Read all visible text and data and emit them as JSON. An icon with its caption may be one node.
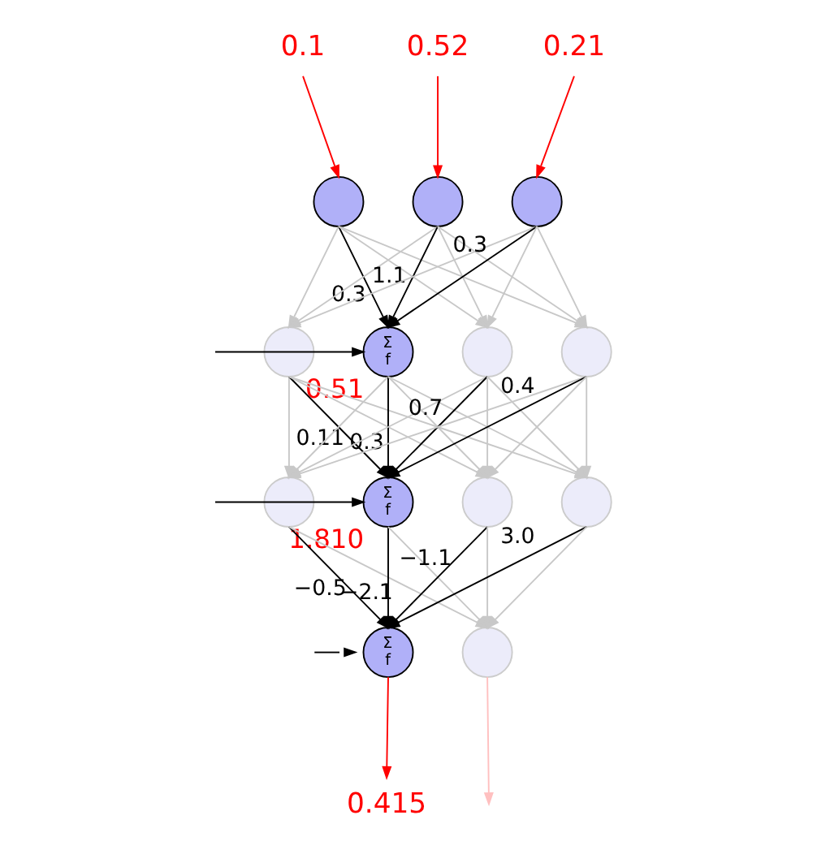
{
  "diagram": {
    "nodes": [
      {
        "text": [
          "0.1"
        ]
      },
      {
        "text": [
          "0.52"
        ]
      },
      {
        "text": [
          "0.21"
        ]
      },
      {
        "text": [],
        "shape": "circle"
      },
      {
        "text": [],
        "shape": "circle"
      },
      {
        "text": [],
        "shape": "circle"
      },
      {
        "text": [],
        "shape": "circle"
      },
      {
        "text": [
          "Σ",
          "f"
        ],
        "beside": [
          "0.51"
        ]
      },
      {
        "text": [],
        "shape": "circle"
      },
      {
        "text": [],
        "shape": "circle"
      },
      {
        "text": [],
        "shape": "circle"
      },
      {
        "text": [
          "Σ",
          "f"
        ],
        "beside": [
          "1.810"
        ]
      },
      {
        "text": [],
        "shape": "circle"
      },
      {
        "text": [],
        "shape": "circle"
      },
      {
        "text": [
          "Σ",
          "f"
        ]
      },
      {
        "text": [],
        "shape": "circle"
      },
      {
        "text": [
          "0.415"
        ]
      }
    ],
    "edges": [
      {
        "from": 0,
        "to": 3,
        "arrow": "to",
        "color": "#ff0000"
      },
      {
        "from": 1,
        "to": 4,
        "arrow": "to",
        "color": "#ff0000"
      },
      {
        "from": 2,
        "to": 5,
        "arrow": "to",
        "color": "#ff0000"
      },
      {
        "from": 3,
        "to": 6,
        "arrow": "to"
      },
      {
        "from": 3,
        "to": 7,
        "arrow": "to",
        "label": "0.3",
        "color": "#000000"
      },
      {
        "from": 3,
        "to": 8,
        "arrow": "to"
      },
      {
        "from": 3,
        "to": 9,
        "arrow": "to"
      },
      {
        "from": 4,
        "to": 6,
        "arrow": "to"
      },
      {
        "from": 4,
        "to": 7,
        "arrow": "to",
        "label": "1.1",
        "color": "#000000"
      },
      {
        "from": 4,
        "to": 8,
        "arrow": "to"
      },
      {
        "from": 4,
        "to": 9,
        "arrow": "to"
      },
      {
        "from": 5,
        "to": 6,
        "arrow": "to"
      },
      {
        "from": 5,
        "to": 7,
        "arrow": "to",
        "label": "0.3",
        "color": "#000000"
      },
      {
        "from": 5,
        "to": 8,
        "arrow": "to"
      },
      {
        "from": 5,
        "to": 9,
        "arrow": "to"
      },
      {
        "from": null,
        "to": 7,
        "arrow": "to",
        "color": "#000000"
      },
      {
        "from": 6,
        "to": 10,
        "arrow": "to"
      },
      {
        "from": 6,
        "to": 11,
        "arrow": "to",
        "label": "0.11",
        "color": "#000000"
      },
      {
        "from": 6,
        "to": 12,
        "arrow": "to"
      },
      {
        "from": 6,
        "to": 13,
        "arrow": "to"
      },
      {
        "from": 7,
        "to": 10,
        "arrow": "to"
      },
      {
        "from": 7,
        "to": 11,
        "arrow": "to",
        "label": "0.3",
        "color": "#000000"
      },
      {
        "from": 7,
        "to": 12,
        "arrow": "to"
      },
      {
        "from": 7,
        "to": 13,
        "arrow": "to"
      },
      {
        "from": 8,
        "to": 10,
        "arrow": "to"
      },
      {
        "from": 8,
        "to": 11,
        "arrow": "to",
        "label": "0.7",
        "color": "#000000"
      },
      {
        "from": 8,
        "to": 12,
        "arrow": "to"
      },
      {
        "from": 8,
        "to": 13,
        "arrow": "to"
      },
      {
        "from": 9,
        "to": 10,
        "arrow": "to"
      },
      {
        "from": 9,
        "to": 11,
        "arrow": "to",
        "label": "0.4",
        "color": "#000000"
      },
      {
        "from": 9,
        "to": 12,
        "arrow": "to"
      },
      {
        "from": 9,
        "to": 13,
        "arrow": "to"
      },
      {
        "from": null,
        "to": 11,
        "arrow": "to",
        "color": "#000000"
      },
      {
        "from": 10,
        "to": 14,
        "arrow": "to",
        "label": "−0.5",
        "color": "#000000"
      },
      {
        "from": 10,
        "to": 15,
        "arrow": "to"
      },
      {
        "from": 11,
        "to": 14,
        "arrow": "to",
        "label": "−2.1",
        "color": "#000000"
      },
      {
        "from": 11,
        "to": 15,
        "arrow": "to"
      },
      {
        "from": 12,
        "to": 14,
        "arrow": "to",
        "label": "−1.1",
        "color": "#000000"
      },
      {
        "from": 12,
        "to": 15,
        "arrow": "to"
      },
      {
        "from": 13,
        "to": 14,
        "arrow": "to",
        "label": "3.0",
        "color": "#000000"
      },
      {
        "from": 13,
        "to": 15,
        "arrow": "to"
      },
      {
        "from": null,
        "to": 14,
        "arrow": "to",
        "color": "#000000"
      },
      {
        "from": 14,
        "to": 16,
        "arrow": "to",
        "color": "#ff0000"
      },
      {
        "from": 15,
        "to": null,
        "arrow": "to",
        "color": "#ffc0c0"
      }
    ]
  }
}
